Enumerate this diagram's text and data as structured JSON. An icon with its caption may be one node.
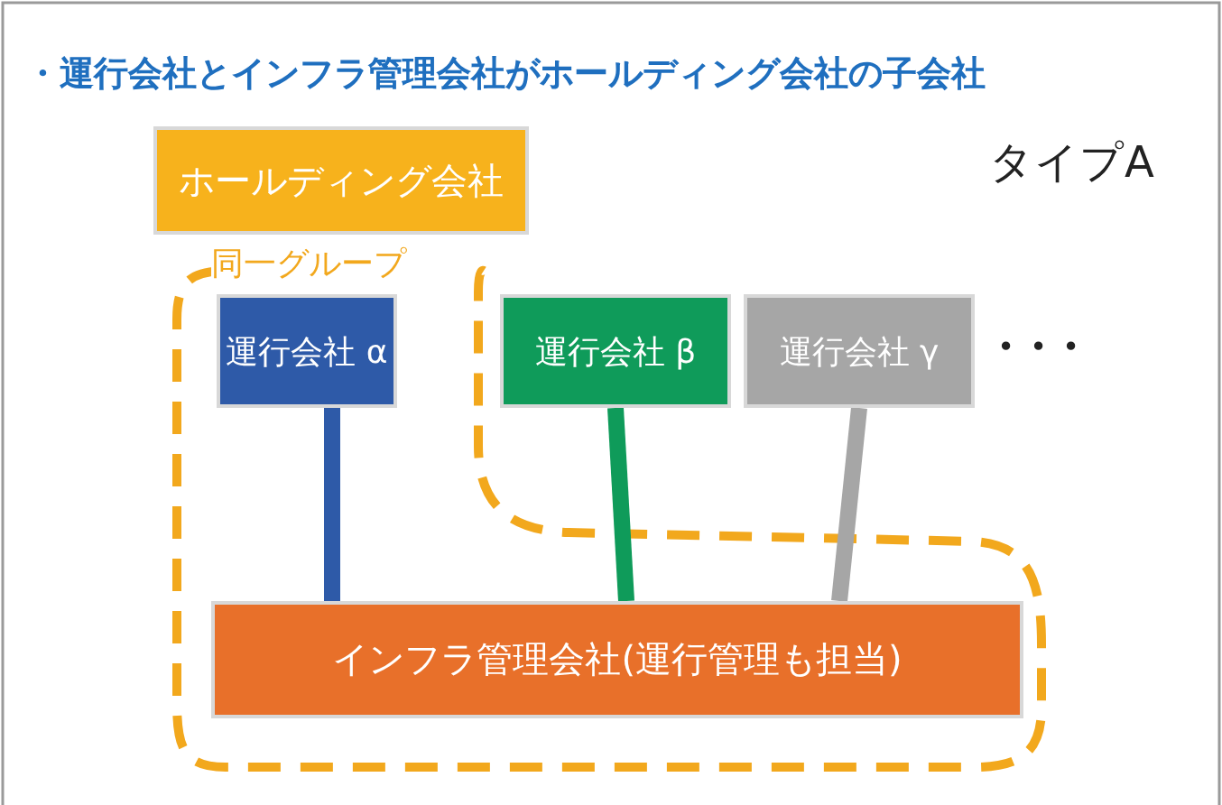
{
  "diagram": {
    "title": "・運行会社とインフラ管理会社がホールディング会社の子会社",
    "nodes": [
      {
        "text": [
          "ホールディング会社"
        ]
      },
      {
        "text": [
          "同一グループ"
        ]
      },
      {
        "text": [
          "運行会社 α"
        ]
      },
      {
        "text": [
          "運行会社 β"
        ]
      },
      {
        "text": [
          "運行会社 γ"
        ]
      },
      {
        "text": [
          "インフラ管理会社(運行管理も担当)"
        ]
      }
    ],
    "edges": [
      {
        "from": 2,
        "to": 5,
        "arrow": "none",
        "color": "#2e5aa8"
      },
      {
        "from": 3,
        "to": 5,
        "arrow": "none",
        "color": "#0f9b5a"
      },
      {
        "from": 4,
        "to": 5,
        "arrow": "none",
        "color": "#a6a6a6"
      }
    ],
    "labels": [
      "タイプA",
      "・・・"
    ]
  }
}
